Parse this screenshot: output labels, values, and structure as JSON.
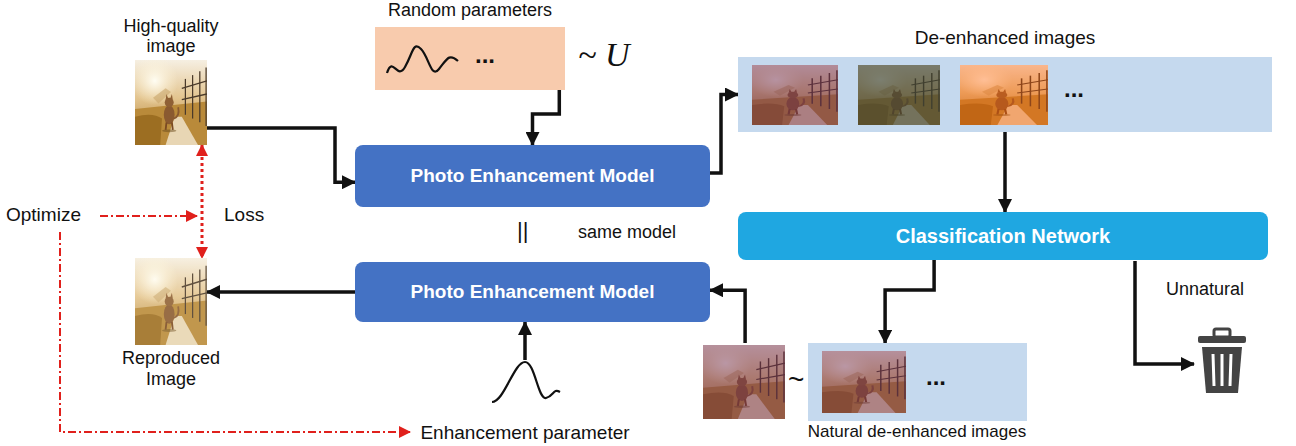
{
  "diagram": {
    "nodes": [
      {
        "text": [
          "High-quality image"
        ]
      },
      {
        "text": [
          "Random parameters",
          "..."
        ]
      },
      {
        "text": [
          "Photo Enhancement Model"
        ]
      },
      {
        "text": [
          "De-enhanced images",
          "..."
        ]
      },
      {
        "text": [
          "Classification Network"
        ]
      },
      {
        "text": [
          "Photo Enhancement Model"
        ]
      },
      {
        "text": [
          "Natural de-enhanced images",
          "..."
        ]
      },
      {
        "text": [
          "Reproduced Image"
        ]
      },
      {
        "text": [
          "Enhancement parameter"
        ]
      }
    ],
    "edges": [
      {
        "from": 0,
        "to": 2,
        "arrow": "to"
      },
      {
        "from": 1,
        "to": 2,
        "arrow": "to"
      },
      {
        "from": 2,
        "to": 3,
        "arrow": "to"
      },
      {
        "from": 3,
        "to": 4,
        "arrow": "to"
      },
      {
        "from": 4,
        "to": 6,
        "arrow": "to"
      },
      {
        "from": 6,
        "to": 5,
        "arrow": "to"
      },
      {
        "from": 8,
        "to": 5,
        "arrow": "to"
      },
      {
        "from": 5,
        "to": 7,
        "arrow": "to"
      },
      {
        "from": 0,
        "to": 7,
        "arrow": "both"
      }
    ],
    "labels": [
      "~ U",
      "same model",
      "||",
      "Unnatural",
      "~",
      "Optimize",
      "Loss"
    ]
  }
}
